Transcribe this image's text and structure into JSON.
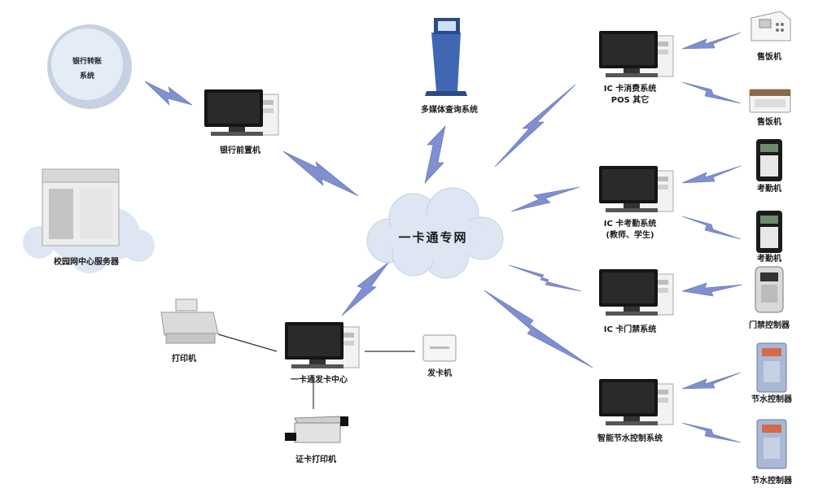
{
  "colors": {
    "bolt": "#7f8fcf",
    "bolt_stroke": "#6070b8",
    "cloud": "#dde6f2",
    "cloud_edge": "#c6d2e4",
    "monitor": "#151515",
    "case": "#e9e9e9",
    "kiosk": "#3f67b2",
    "line": "#333333"
  },
  "nodes": {
    "bank_transfer_line1": "银行转账",
    "bank_transfer_line2": "系统",
    "bank_front": "银行前置机",
    "campus_server": "校园网中心服务器",
    "multimedia": "多媒体查询系统",
    "network": "一卡通专网",
    "printer": "打印机",
    "issue_center": "一卡通发卡中心",
    "card_issuer": "发卡机",
    "card_printer": "证卡打印机",
    "ic_consume_line1": "IC 卡消费系统",
    "ic_consume_line2": "POS 其它",
    "ic_attendance_line1": "IC 卡考勤系统",
    "ic_attendance_line2": "(教师、学生)",
    "ic_access": "IC 卡门禁系统",
    "water_system": "智能节水控制系统",
    "meal_machine_1": "售饭机",
    "meal_machine_2": "售饭机",
    "attendance_machine_1": "考勤机",
    "attendance_machine_2": "考勤机",
    "door_controller": "门禁控制器",
    "water_controller_1": "节水控制器",
    "water_controller_2": "节水控制器"
  }
}
